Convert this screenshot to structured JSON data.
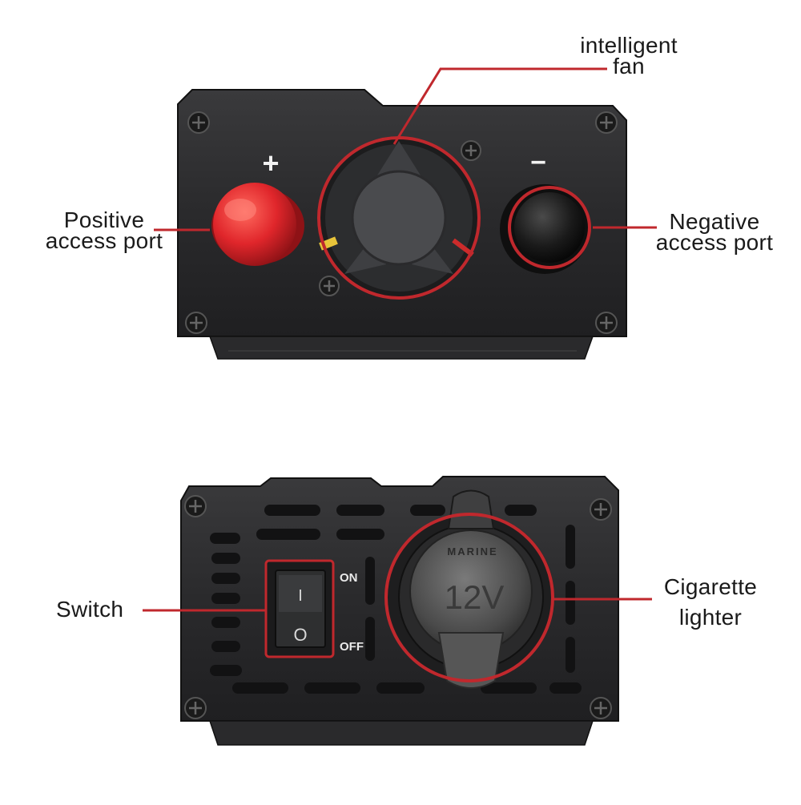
{
  "callouts": {
    "fan": {
      "line1": "intelligent",
      "line2": "fan"
    },
    "positive": {
      "line1": "Positive",
      "line2": "access port"
    },
    "negative": {
      "line1": "Negative",
      "line2": "access port"
    },
    "switch": {
      "line1": "Switch"
    },
    "lighter": {
      "line1": "Cigarette",
      "line2": "lighter"
    }
  },
  "panel_marks": {
    "plus": "+",
    "minus": "−",
    "switch_on": "ON",
    "switch_off": "OFF",
    "switch_i": "I",
    "switch_o": "O"
  },
  "socket_cap": {
    "brand": "MARINE",
    "voltage": "12V"
  },
  "colors": {
    "callout_line": "#c0282d",
    "panel": "#2b2b2d",
    "positive_cap": "#e0262b",
    "negative_cap": "#151515"
  }
}
